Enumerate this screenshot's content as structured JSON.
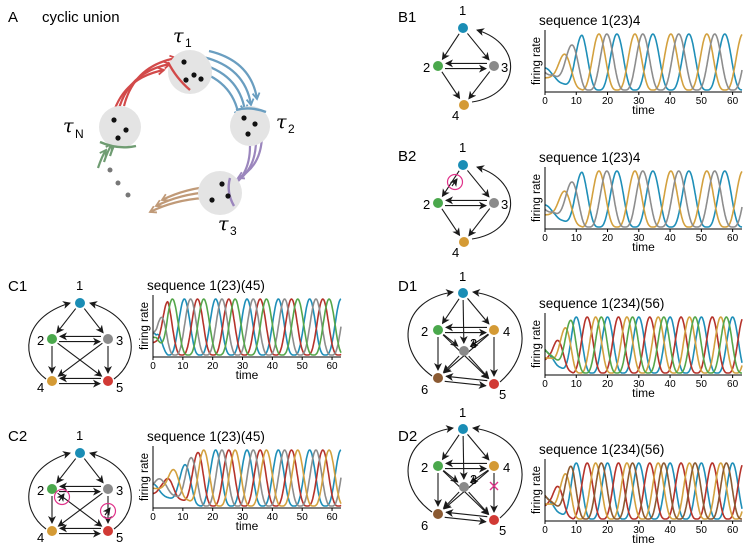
{
  "colors": {
    "blue": "#1a8db5",
    "green": "#4aa84c",
    "gray": "#8a8a8a",
    "gold": "#d49a35",
    "red": "#d13a35",
    "brown": "#8b5a32",
    "magenta": "#e0338a",
    "arrow": "#1a1a1a",
    "blob": "#e4e4e4",
    "trace_blue": "#1f8fb8",
    "trace_gold": "#d3a13f",
    "trace_gray": "#8d8d8d",
    "trace_red": "#b5332b",
    "trace_green": "#55a64a",
    "cyc_red": "#d24a4a",
    "cyc_blue": "#6a9ec0",
    "cyc_purple": "#9b86bd",
    "cyc_tan": "#c09a78",
    "cyc_green": "#6f9c72"
  },
  "panelA": {
    "letter": "A",
    "title": "cyclic union",
    "labels": {
      "t1": "τ",
      "t1sub": "1",
      "t2": "τ",
      "t2sub": "2",
      "t3": "τ",
      "t3sub": "3",
      "tN": "τ",
      "tNsub": "N"
    }
  },
  "panels": [
    {
      "id": "B1",
      "letter": "B1",
      "sequence": "sequence 1(23)4",
      "nodes": [
        "1",
        "2",
        "3",
        "4"
      ]
    },
    {
      "id": "B2",
      "letter": "B2",
      "sequence": "sequence 1(23)4",
      "nodes": [
        "1",
        "2",
        "3",
        "4"
      ]
    },
    {
      "id": "C1",
      "letter": "C1",
      "sequence": "sequence 1(23)(45)",
      "nodes": [
        "1",
        "2",
        "3",
        "4",
        "5"
      ]
    },
    {
      "id": "C2",
      "letter": "C2",
      "sequence": "sequence 1(23)(45)",
      "nodes": [
        "1",
        "2",
        "3",
        "4",
        "5"
      ]
    },
    {
      "id": "D1",
      "letter": "D1",
      "sequence": "sequence 1(234)(56)",
      "nodes": [
        "1",
        "2",
        "3",
        "4",
        "5",
        "6"
      ]
    },
    {
      "id": "D2",
      "letter": "D2",
      "sequence": "sequence 1(234)(56)",
      "nodes": [
        "1",
        "2",
        "3",
        "4",
        "5",
        "6"
      ]
    }
  ],
  "axes": {
    "ylabel": "firing rate",
    "xlabel": "time",
    "xticks": [
      "0",
      "10",
      "20",
      "30",
      "40",
      "50",
      "60"
    ],
    "xlim": [
      0,
      63
    ]
  },
  "chart_data": [
    {
      "panel": "B1",
      "type": "line",
      "title": "sequence 1(23)4",
      "xlabel": "time",
      "ylabel": "firing rate",
      "xlim": [
        0,
        63
      ],
      "series": [
        {
          "color": "#1f8fb8",
          "period": 11.5,
          "phase": 0.0
        },
        {
          "color": "#d3a13f",
          "period": 11.5,
          "phase": 0.5
        },
        {
          "color": "#8d8d8d",
          "period": 11.5,
          "phase": 0.72
        }
      ],
      "settle_time": 12
    },
    {
      "panel": "B2",
      "type": "line",
      "title": "sequence 1(23)4",
      "xlabel": "time",
      "ylabel": "firing rate",
      "xlim": [
        0,
        63
      ],
      "series": [
        {
          "color": "#1f8fb8",
          "period": 11.5,
          "phase": 0.0
        },
        {
          "color": "#d3a13f",
          "period": 11.5,
          "phase": 0.5
        },
        {
          "color": "#8d8d8d",
          "period": 11.5,
          "phase": 0.72
        }
      ],
      "settle_time": 12
    },
    {
      "panel": "C1",
      "type": "line",
      "title": "sequence 1(23)(45)",
      "xlabel": "time",
      "ylabel": "firing rate",
      "xlim": [
        0,
        63
      ],
      "series": [
        {
          "color": "#1f8fb8",
          "period": 10.5,
          "phase": 0.0
        },
        {
          "color": "#b5332b",
          "period": 10.5,
          "phase": 0.42
        },
        {
          "color": "#8d8d8d",
          "period": 10.5,
          "phase": 0.2
        },
        {
          "color": "#55a64a",
          "period": 10.5,
          "phase": 0.62
        }
      ],
      "settle_time": 5
    },
    {
      "panel": "C2",
      "type": "line",
      "title": "sequence 1(23)(45)",
      "xlabel": "time",
      "ylabel": "firing rate",
      "xlim": [
        0,
        63
      ],
      "series": [
        {
          "color": "#1f8fb8",
          "period": 10.5,
          "phase": 0.0
        },
        {
          "color": "#b5332b",
          "period": 10.5,
          "phase": 0.42
        },
        {
          "color": "#8d8d8d",
          "period": 10.5,
          "phase": 0.2
        },
        {
          "color": "#d3a13f",
          "period": 10.5,
          "phase": 0.62
        }
      ],
      "settle_time": 16
    },
    {
      "panel": "D1",
      "type": "line",
      "title": "sequence 1(234)(56)",
      "xlabel": "time",
      "ylabel": "firing rate",
      "xlim": [
        0,
        63
      ],
      "series": [
        {
          "color": "#1f8fb8",
          "period": 10.0,
          "phase": 0.0
        },
        {
          "color": "#b5332b",
          "period": 10.0,
          "phase": 0.35
        },
        {
          "color": "#d3a13f",
          "period": 10.0,
          "phase": 0.62
        },
        {
          "color": "#55a64a",
          "period": 10.0,
          "phase": 0.8
        }
      ],
      "settle_time": 9
    },
    {
      "panel": "D2",
      "type": "line",
      "title": "sequence 1(234)(56)",
      "xlabel": "time",
      "ylabel": "firing rate",
      "xlim": [
        0,
        63
      ],
      "series": [
        {
          "color": "#1f8fb8",
          "period": 10.0,
          "phase": 0.0
        },
        {
          "color": "#b5332b",
          "period": 10.0,
          "phase": 0.35
        },
        {
          "color": "#d3a13f",
          "period": 10.0,
          "phase": 0.62
        },
        {
          "color": "#8b5a32",
          "period": 10.0,
          "phase": 0.8
        }
      ],
      "settle_time": 9
    }
  ]
}
